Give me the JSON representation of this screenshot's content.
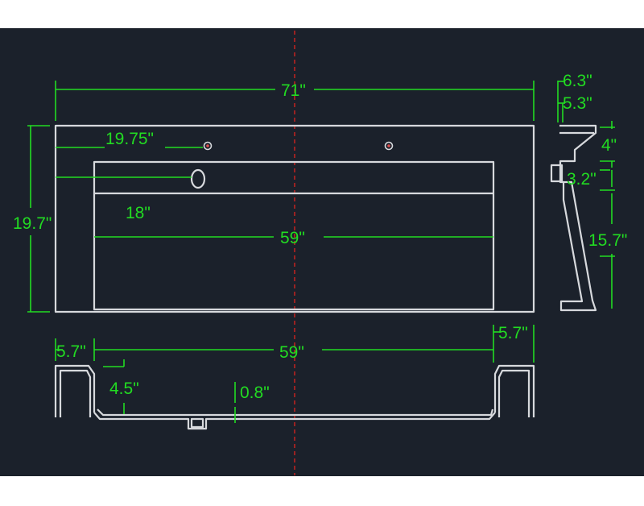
{
  "dimensions": {
    "overall_width": "71\"",
    "overall_height": "19.7\"",
    "faucet_hole_offset": "19.75\"",
    "basin_depth_front": "18\"",
    "basin_width_top": "59\"",
    "basin_width_bottom": "59\"",
    "left_end_width": "5.7\"",
    "right_end_width": "5.7\"",
    "basin_depth_section": "4.5\"",
    "drain_depth": "0.8\"",
    "side_top_width": "6.3\"",
    "side_inner_width": "5.3\"",
    "side_lip_height": "4\"",
    "side_step_height": "3.2\"",
    "side_height": "15.7\""
  },
  "colors": {
    "background": "#1b212b",
    "outline": "#d7d9dd",
    "dimension": "#22dc22",
    "centerline": "#d0231e",
    "frame": "#ffffff"
  }
}
